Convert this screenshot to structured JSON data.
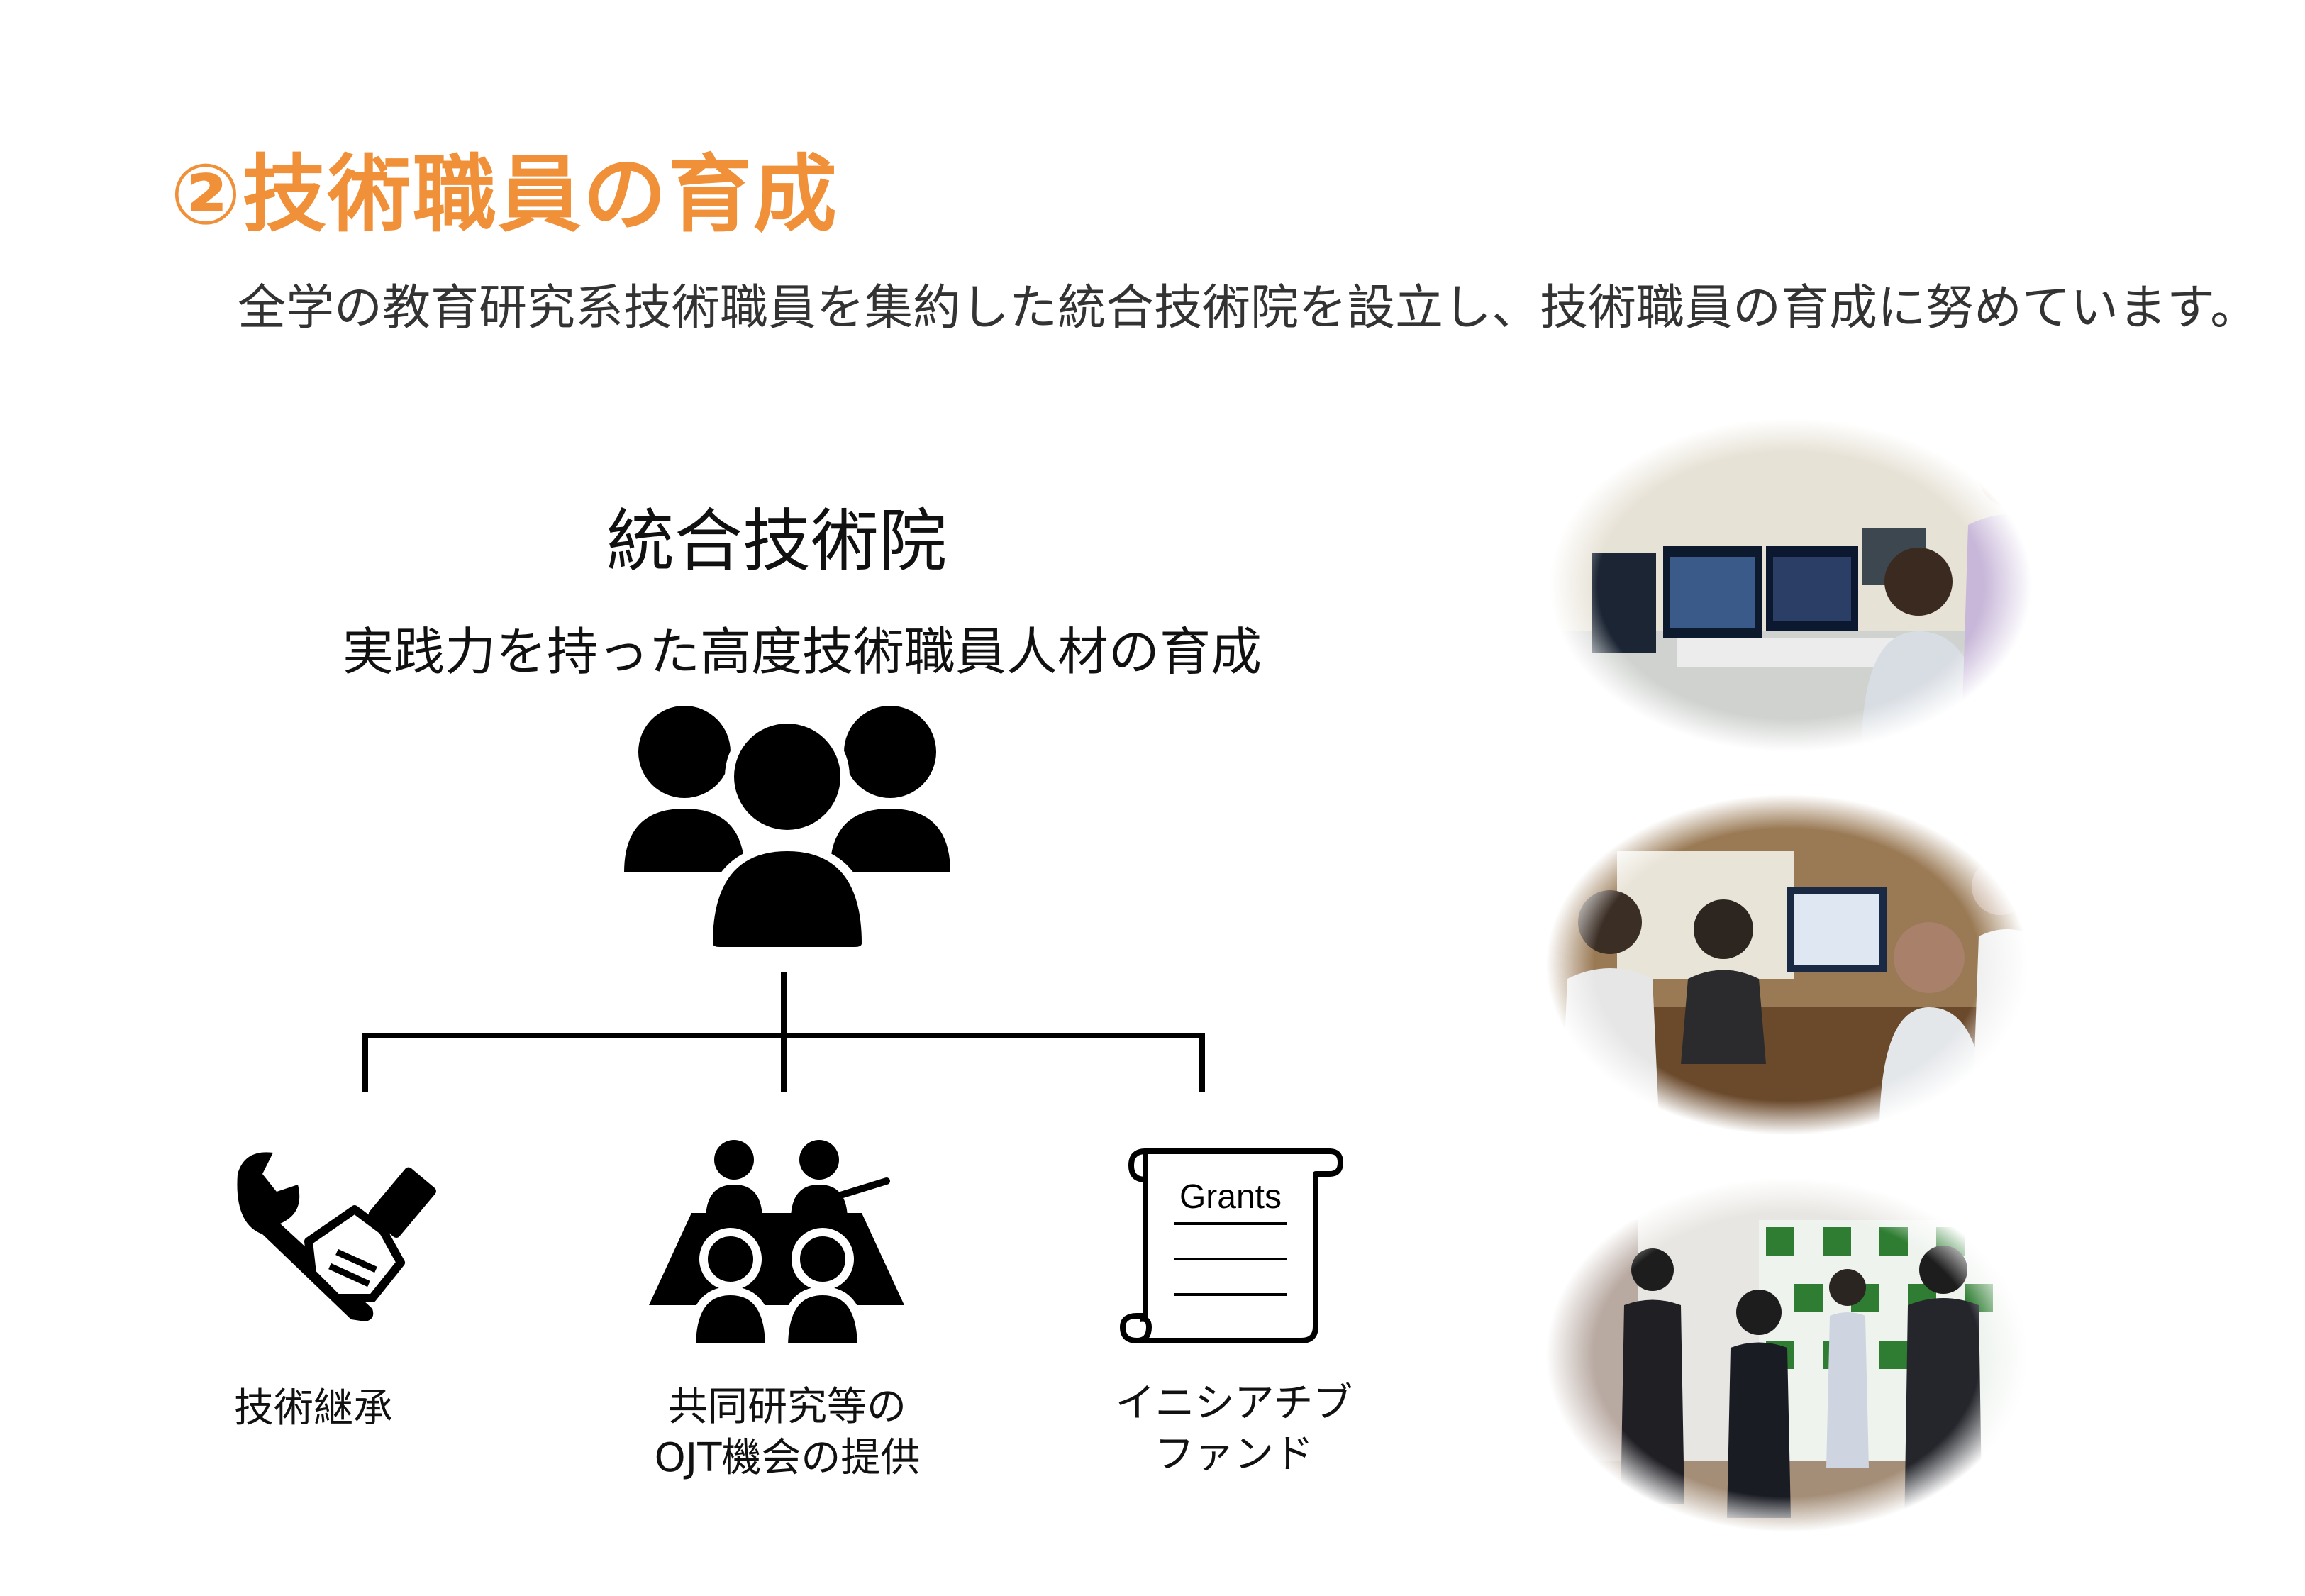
{
  "heading": {
    "title": "②技術職員の育成",
    "subtitle": "全学の教育研究系技術職員を集約した統合技術院を設立し、技術職員の育成に努めています。"
  },
  "organization": {
    "name": "統合技術院",
    "mission": "実践力を持った高度技術職員人材の育成"
  },
  "pillars": [
    {
      "icon": "wrench-hand-icon",
      "label": "技術継承"
    },
    {
      "icon": "meeting-presentation-icon",
      "label_lines": [
        "共同研究等の",
        "OJT機会の提供"
      ]
    },
    {
      "icon": "grants-scroll-icon",
      "scroll_text": "Grants",
      "label_lines": [
        "イニシアチブ",
        "ファンド"
      ]
    }
  ],
  "colors": {
    "title": "#f0913a",
    "icon": "#000000"
  }
}
